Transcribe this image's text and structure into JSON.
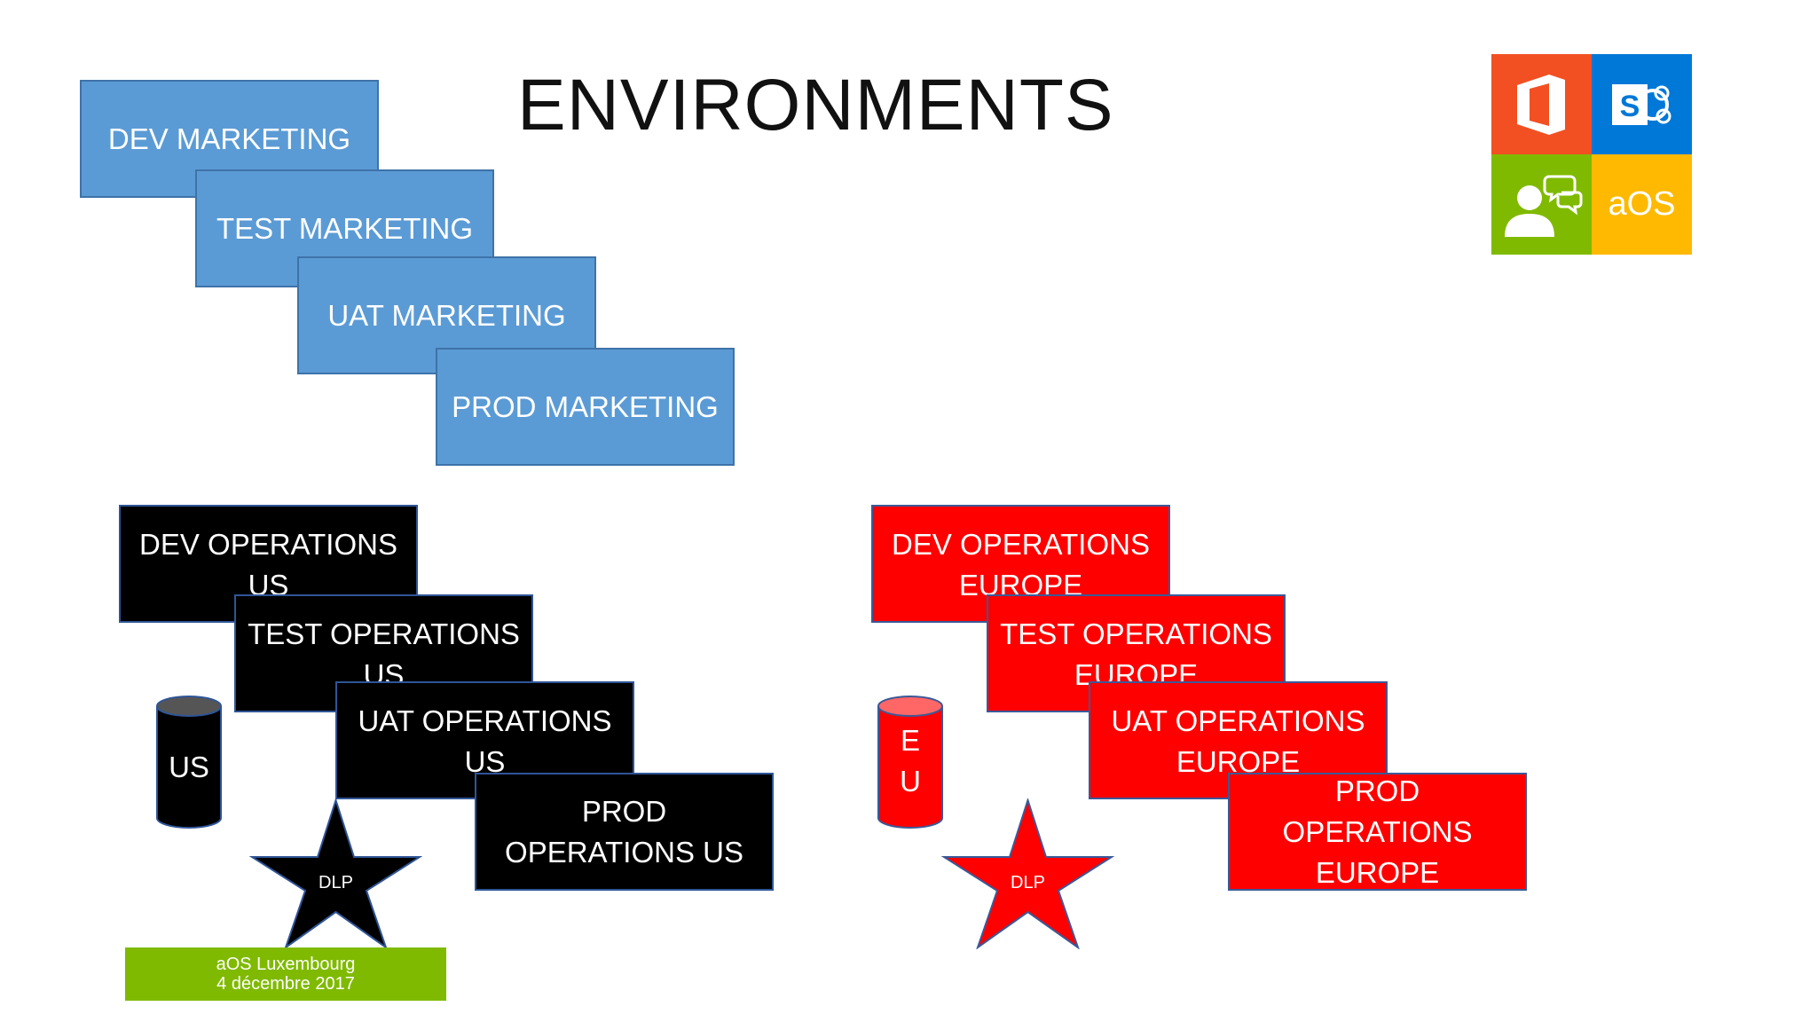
{
  "title": "ENVIRONMENTS",
  "marketing": [
    {
      "label": "DEV MARKETING"
    },
    {
      "label": "TEST MARKETING"
    },
    {
      "label": "UAT MARKETING"
    },
    {
      "label": "PROD MARKETING"
    }
  ],
  "operations_us": [
    {
      "label": "DEV OPERATIONS US"
    },
    {
      "label": "TEST OPERATIONS US"
    },
    {
      "label": "UAT OPERATIONS US"
    },
    {
      "label": "PROD OPERATIONS US"
    }
  ],
  "operations_europe": [
    {
      "label": "DEV OPERATIONS EUROPE"
    },
    {
      "label": "TEST OPERATIONS EUROPE"
    },
    {
      "label": "UAT OPERATIONS EUROPE"
    },
    {
      "label": "PROD OPERATIONS EUROPE"
    }
  ],
  "databases": {
    "us": "US",
    "eu": "E U"
  },
  "dlp": {
    "us": "DLP",
    "eu": "DLP"
  },
  "footer": {
    "line1": "aOS Luxembourg",
    "line2": "4 décembre 2017"
  },
  "logo": {
    "label": "aOS",
    "icons": [
      "office-icon",
      "sharepoint-icon",
      "people-chat-icon"
    ],
    "colors": {
      "orange": "#f25022",
      "blue": "#0078d7",
      "green": "#7fba00",
      "yellow": "#ffb900"
    }
  },
  "colors": {
    "marketing": "#5b9bd5",
    "us": "#000000",
    "europe": "#ff0000"
  }
}
